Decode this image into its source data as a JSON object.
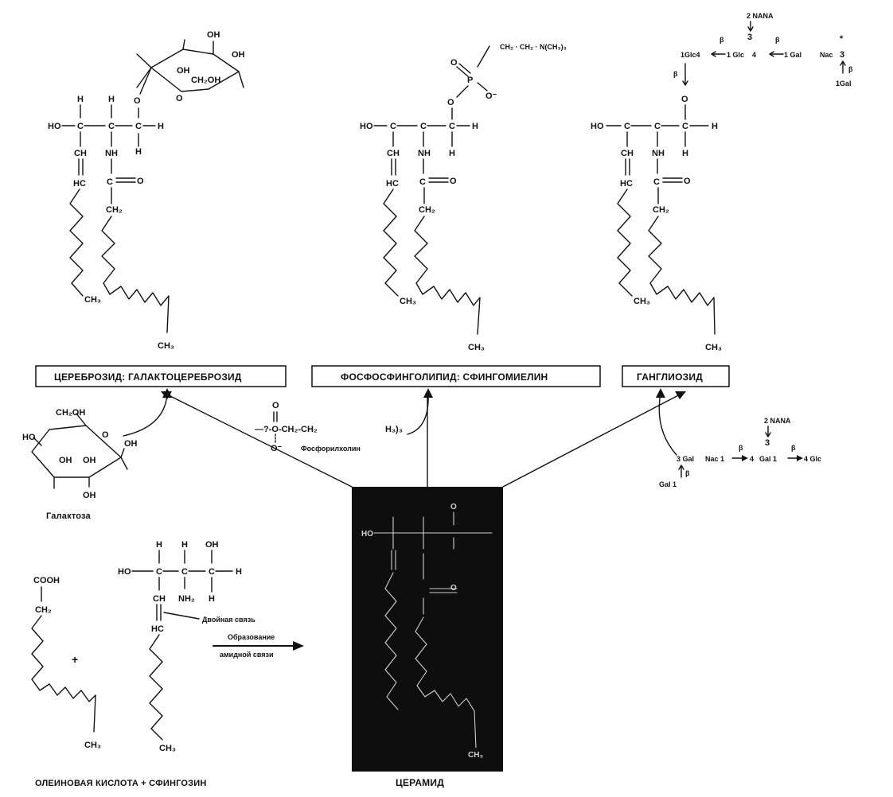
{
  "labels": {
    "cerebroside": "ЦЕРЕБРОЗИД: ГАЛАКТОЦЕРЕБРОЗИД",
    "sphingomyelin": "ФОСФОСФИНГОЛИПИД: СФИНГОМИЕЛИН",
    "ganglioside": "ГАНГЛИОЗИД",
    "galactose": "Галактоза",
    "phosphorylcholine": "Фосфорилхолин",
    "oleic_sphingosine": "ОЛЕИНОВАЯ КИСЛОТА + СФИНГОЗИН",
    "ceramide": "ЦЕРАМИД",
    "double_bond": "Двойная связь",
    "amide_formation_1": "Образование",
    "amide_formation_2": "амидной связи",
    "phosphate_group": "—?-O-CH₂-CH₂",
    "h3": "H₃)₃",
    "choline": "CH₂ · CH₂ · N(CH₃)₃"
  },
  "atoms": {
    "HO": "HO",
    "H": "H",
    "C": "C",
    "O": "O",
    "OH": "OH",
    "CH": "CH",
    "HC": "HC",
    "NH": "NH",
    "NH2": "NH₂",
    "CH3": "CH₃",
    "CH2": "CH₂",
    "CH2OH": "CH₂OH",
    "COOH": "COOH",
    "P": "P",
    "O_minus": "O⁻",
    "plus": "+",
    "beta": "β",
    "star": "*"
  },
  "ganglioside_top": {
    "nana": "2 NANA",
    "n3": "3",
    "glc4": "1Glc4",
    "glc": "1 Glc",
    "n4": "4",
    "gal": "1 Gal",
    "nac": "Nac",
    "gal1": "1Gal"
  },
  "ganglioside_bottom": {
    "nana": "2 NANA",
    "n3": "3",
    "gal3": "3 Gal",
    "nac1": "Nac 1",
    "n4a": "4",
    "gal1": "Gal 1",
    "n4b": "4 Glc",
    "gal1b": "Gal 1"
  }
}
